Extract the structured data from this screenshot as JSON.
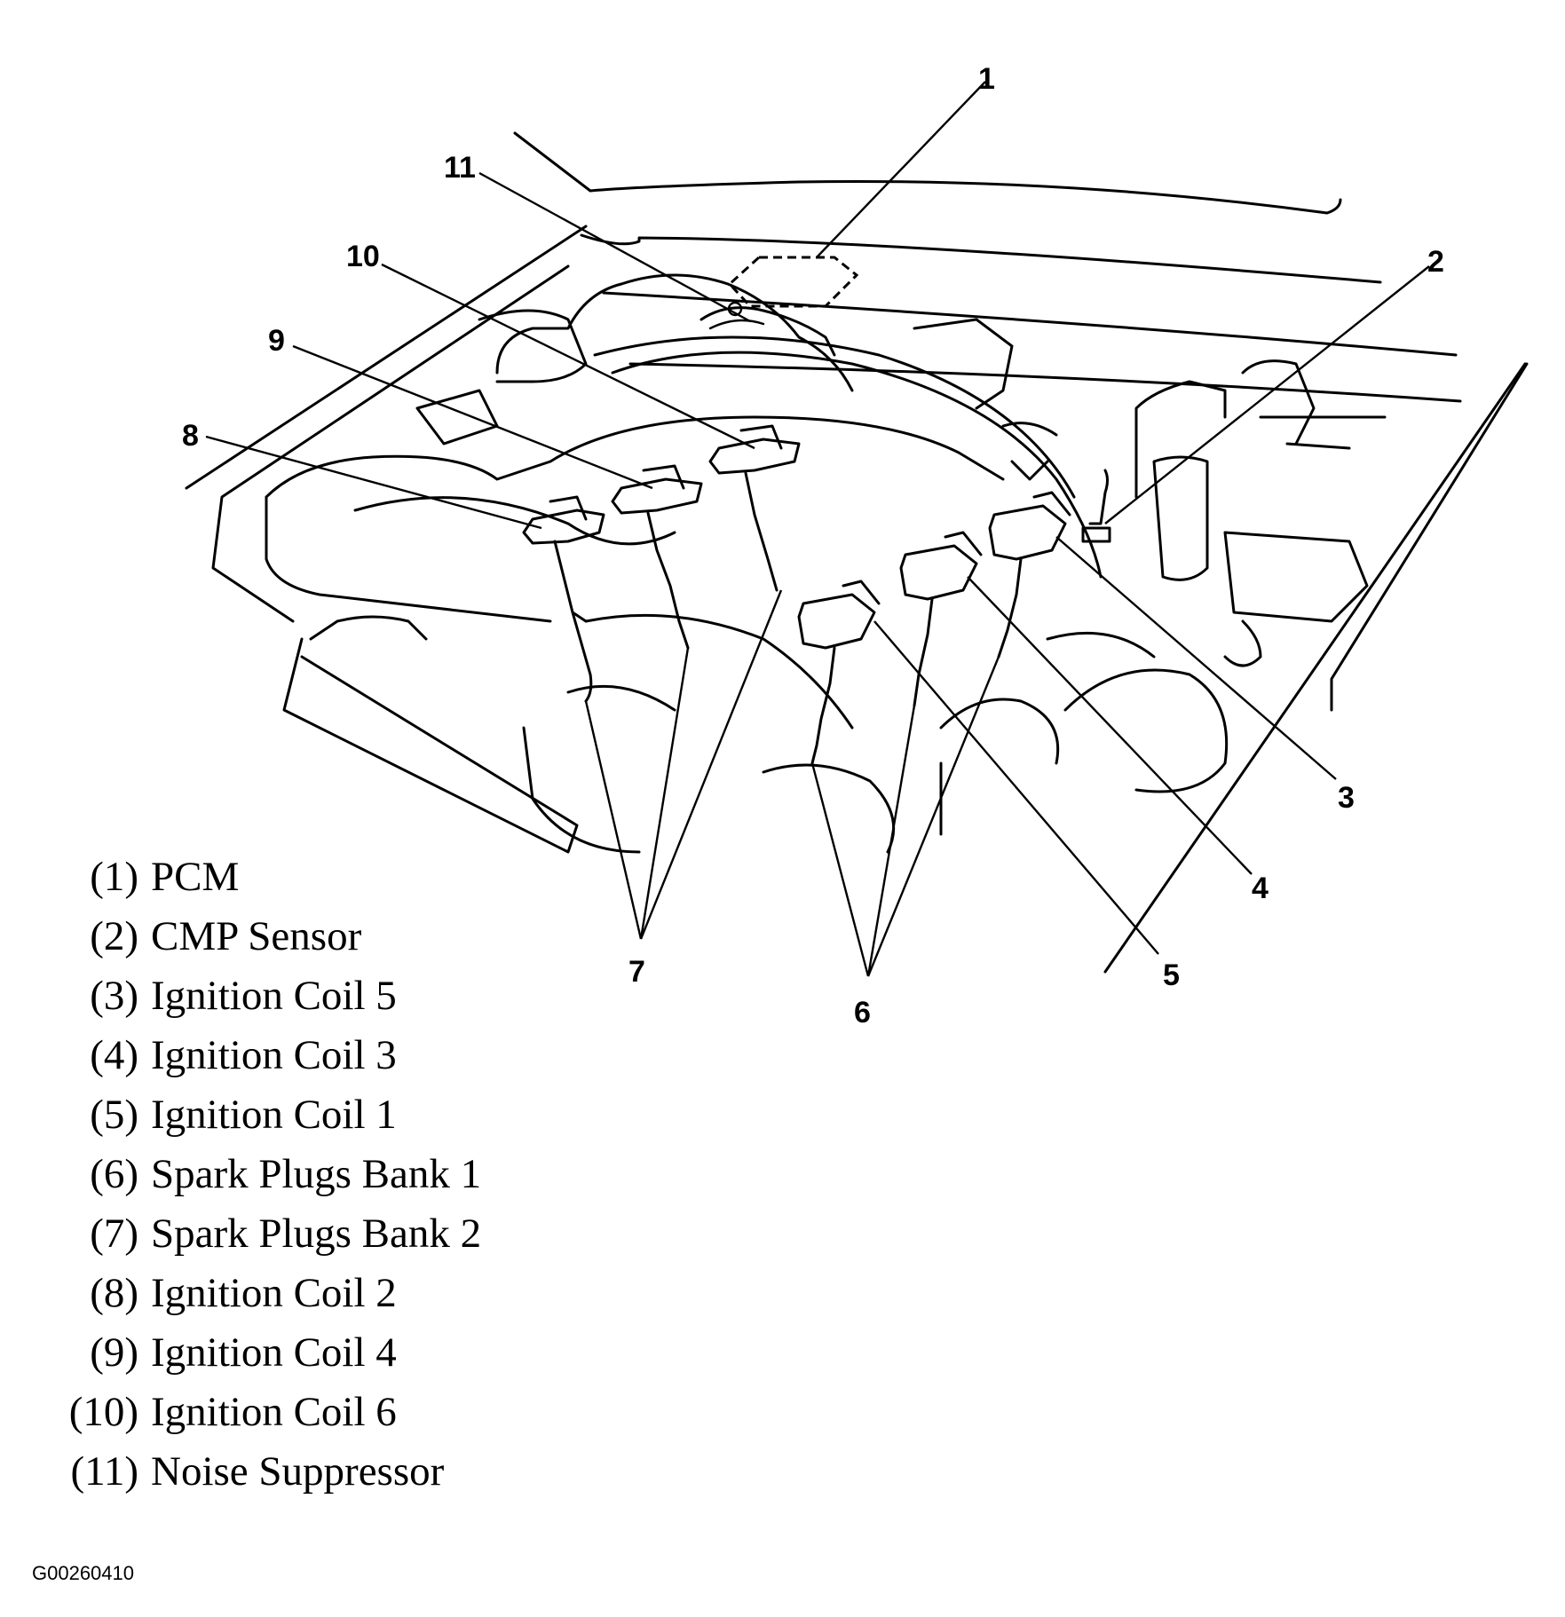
{
  "callouts": [
    "1",
    "2",
    "3",
    "4",
    "5",
    "6",
    "7",
    "8",
    "9",
    "10",
    "11"
  ],
  "legend": [
    {
      "num": "(1)",
      "label": "PCM"
    },
    {
      "num": "(2)",
      "label": "CMP Sensor"
    },
    {
      "num": "(3)",
      "label": "Ignition Coil 5"
    },
    {
      "num": "(4)",
      "label": "Ignition Coil 3"
    },
    {
      "num": "(5)",
      "label": "Ignition Coil 1"
    },
    {
      "num": "(6)",
      "label": "Spark Plugs Bank 1"
    },
    {
      "num": "(7)",
      "label": "Spark Plugs Bank 2"
    },
    {
      "num": "(8)",
      "label": "Ignition Coil 2"
    },
    {
      "num": "(9)",
      "label": "Ignition Coil 4"
    },
    {
      "num": "(10)",
      "label": "Ignition Coil 6"
    },
    {
      "num": "(11)",
      "label": "Noise Suppressor"
    }
  ],
  "figure_id": "G00260410"
}
